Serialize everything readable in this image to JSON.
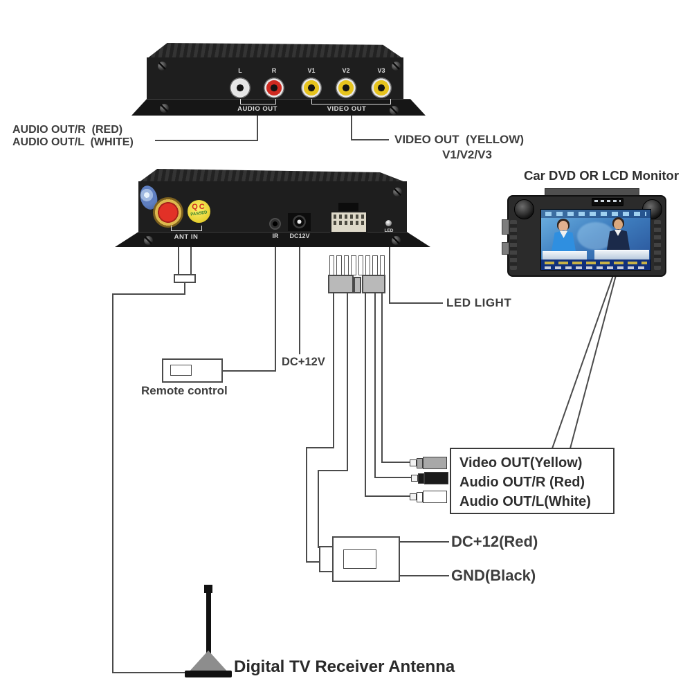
{
  "annotations": {
    "audio_out_r_top": "AUDIO OUT/R  (RED)",
    "audio_out_l_top": "AUDIO OUT/L  (WHITE)",
    "video_out_top": "VIDEO OUT  (YELLOW)",
    "video_channels": "V1/V2/V3",
    "monitor_title": "Car DVD OR LCD Monitor",
    "led_light": "LED LIGHT",
    "dc_plus_12v": "DC+12V",
    "remote_control": "Remote control",
    "video_out_yellow": "Video OUT(Yellow)",
    "audio_out_r": "Audio OUT/R (Red)",
    "audio_out_l": "Audio OUT/L(White)",
    "dc_12_red": "DC+12(Red)",
    "gnd_black": "GND(Black)",
    "antenna_label": "Digital TV Receiver Antenna"
  },
  "rear_panel": {
    "jack_l": "L",
    "jack_r": "R",
    "jack_v1": "V1",
    "jack_v2": "V2",
    "jack_v3": "V3",
    "audio_group": "AUDIO OUT",
    "video_group": "VIDEO OUT"
  },
  "front_panel": {
    "ant_in": "ANT IN",
    "ir": "IR",
    "dc12v": "DC12V",
    "led": "LED",
    "qc_text": "QC",
    "qc_sub": "PASSED"
  },
  "colors": {
    "jack_white": "#e6e6e6",
    "jack_red": "#cf2a21",
    "jack_yellow": "#e6c31d",
    "chassis_black": "#1e1e1e",
    "wire_gray": "#4a4a4a",
    "ant_red": "#e23127",
    "qc_yellow": "#e5ce2d"
  }
}
